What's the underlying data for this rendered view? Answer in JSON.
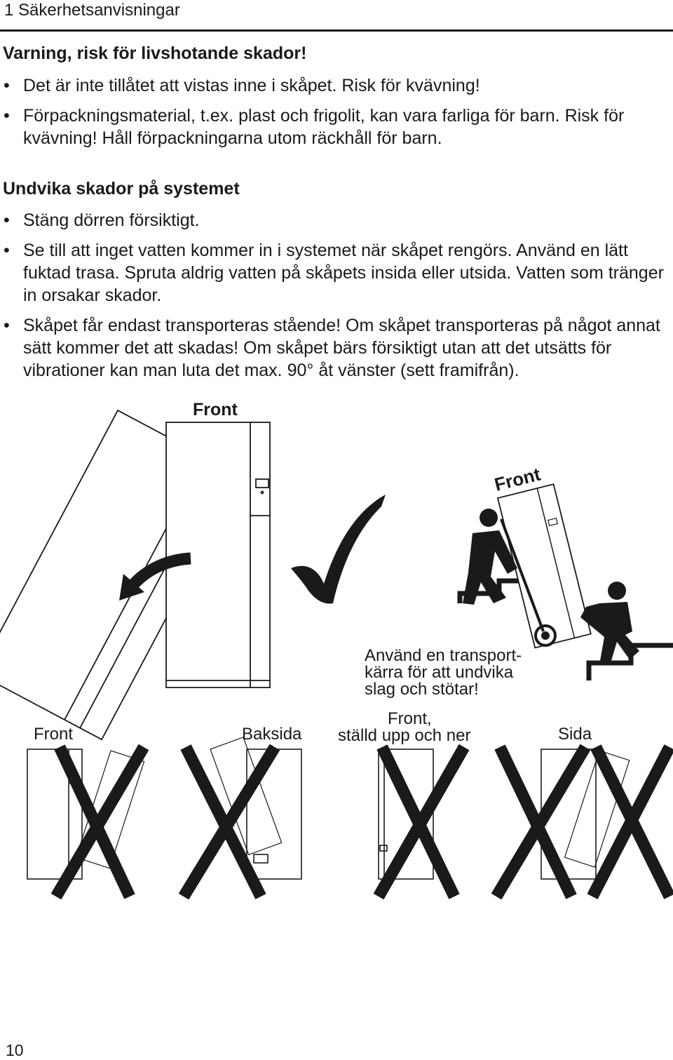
{
  "header": {
    "chapter": "1 Säkerhetsanvisningar",
    "page_number": "10"
  },
  "warning": {
    "heading": "Varning, risk för livshotande skador!",
    "items": [
      "Det är inte tillåtet att vistas inne i skåpet. Risk för kvävning!",
      "Förpackningsmaterial, t.ex. plast och frigolit, kan vara farliga för barn. Risk för kvävning! Håll förpackningarna utom räckhåll för barn."
    ]
  },
  "damage": {
    "heading": "Undvika skador på systemet",
    "items": [
      "Stäng dörren försiktigt.",
      "Se till att inget vatten kommer in i systemet när skåpet rengörs. Använd en lätt fuktad trasa. Spruta aldrig vatten på skåpets insida eller utsida. Vatten som tränger in orsakar skador.",
      "Skåpet får endast transporteras stående! Om skåpet transporteras på något annat sätt kommer det att skadas! Om skåpet bärs försiktigt utan att det utsätts för vibrationer kan man luta det max. 90° åt vänster (sett framifrån)."
    ]
  },
  "figure": {
    "front_label_top": "Front",
    "front_label_cart": "Front",
    "cart_caption_line1": "Använd en transport-",
    "cart_caption_line2": "kärra för att undvika",
    "cart_caption_line3": "slag och stötar!",
    "wrong_labels": {
      "front": "Front",
      "back": "Baksida",
      "upside_down_line1": "Front,",
      "upside_down_line2": "ställd upp och ner",
      "side": "Sida"
    }
  }
}
